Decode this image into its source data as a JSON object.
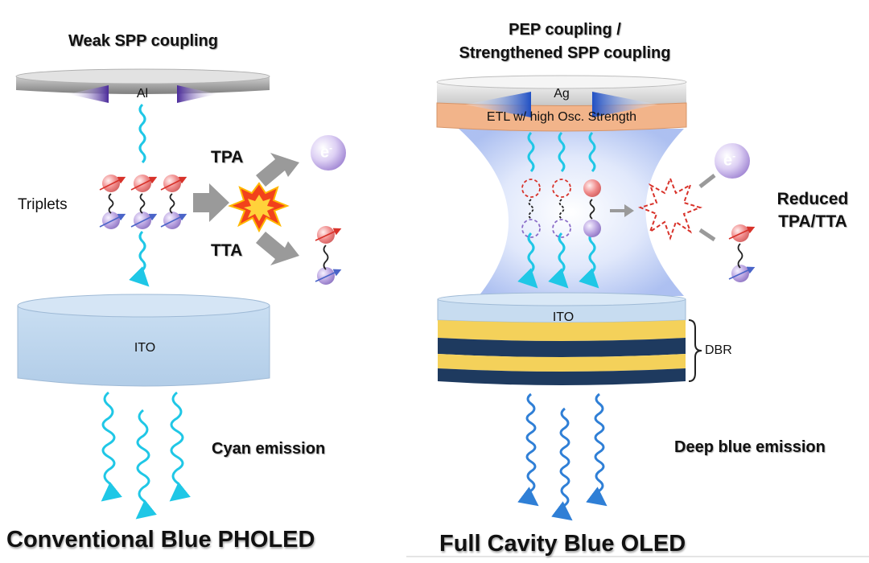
{
  "left": {
    "title": "Weak SPP coupling",
    "electrode": "Al",
    "triplets": "Triplets",
    "tpa": "TPA",
    "tta": "TTA",
    "electron": "e",
    "electron_sup": "-",
    "substrate": "ITO",
    "emission": "Cyan emission",
    "device": "Conventional Blue PHOLED"
  },
  "right": {
    "title_line1": "PEP coupling /",
    "title_line2": "Strengthened SPP coupling",
    "electrode": "Ag",
    "etl": "ETL w/ high Osc. Strength",
    "electron": "e",
    "electron_sup": "-",
    "reduced_line1": "Reduced",
    "reduced_line2": "TPA/TTA",
    "substrate": "ITO",
    "dbr": "DBR",
    "emission": "Deep blue emission",
    "device": "Full Cavity Blue OLED"
  },
  "colors": {
    "cyan_wave": "#1fc7e6",
    "blue_wave": "#2f7fd6",
    "aluminum": "#8a8a8a",
    "silver": "#d6d6d6",
    "etl": "#f2b48a",
    "ito": "#bcd6ee",
    "dbr_gold": "#f4d15a",
    "dbr_navy": "#1e3a5f",
    "burst": "#f2421b",
    "triplet_top": "#f08a8a",
    "triplet_bottom": "#b9a3e0",
    "electron": "#9b7fd0"
  }
}
